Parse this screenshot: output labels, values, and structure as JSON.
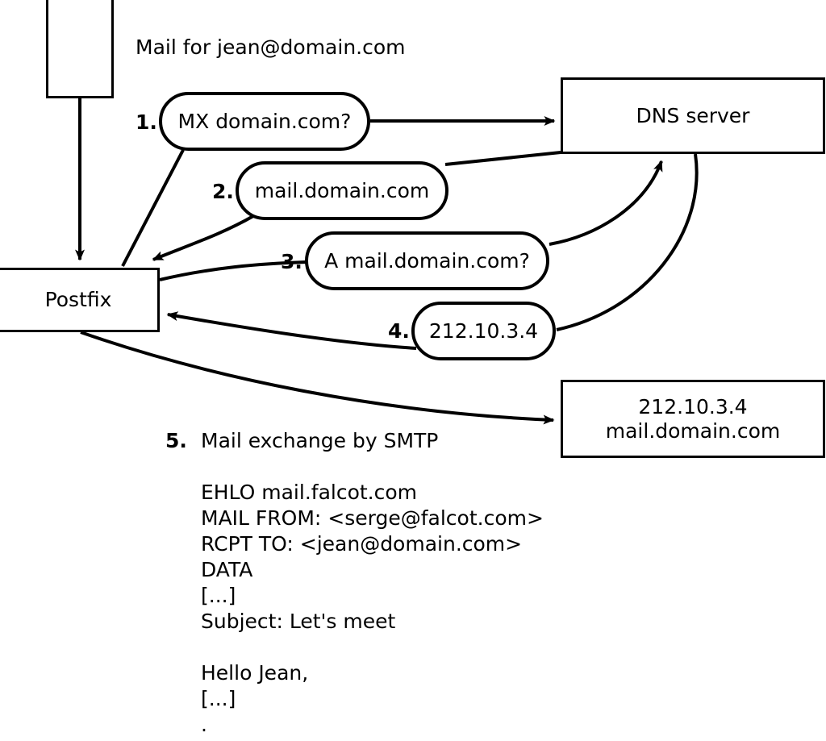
{
  "diagram": {
    "title_text": "Mail for jean@domain.com",
    "nodes": {
      "client": {
        "label": ""
      },
      "postfix": {
        "label": "Postfix"
      },
      "dns_server": {
        "label": "DNS server"
      },
      "mail_server": {
        "line1": "212.10.3.4",
        "line2": "mail.domain.com"
      }
    },
    "steps": [
      {
        "num": "1.",
        "bubble": "MX domain.com?"
      },
      {
        "num": "2.",
        "bubble": "mail.domain.com"
      },
      {
        "num": "3.",
        "bubble": "A mail.domain.com?"
      },
      {
        "num": "4.",
        "bubble": "212.10.3.4"
      },
      {
        "num": "5.",
        "label": "Mail exchange by SMTP"
      }
    ],
    "smtp_transcript": [
      "EHLO mail.falcot.com",
      "MAIL FROM: <serge@falcot.com>",
      "RCPT TO: <jean@domain.com>",
      "DATA",
      "[...]",
      "Subject: Let's meet",
      "",
      "Hello Jean,",
      "[...]",
      "."
    ],
    "colors": {
      "stroke": "#000000",
      "background": "#ffffff"
    }
  }
}
